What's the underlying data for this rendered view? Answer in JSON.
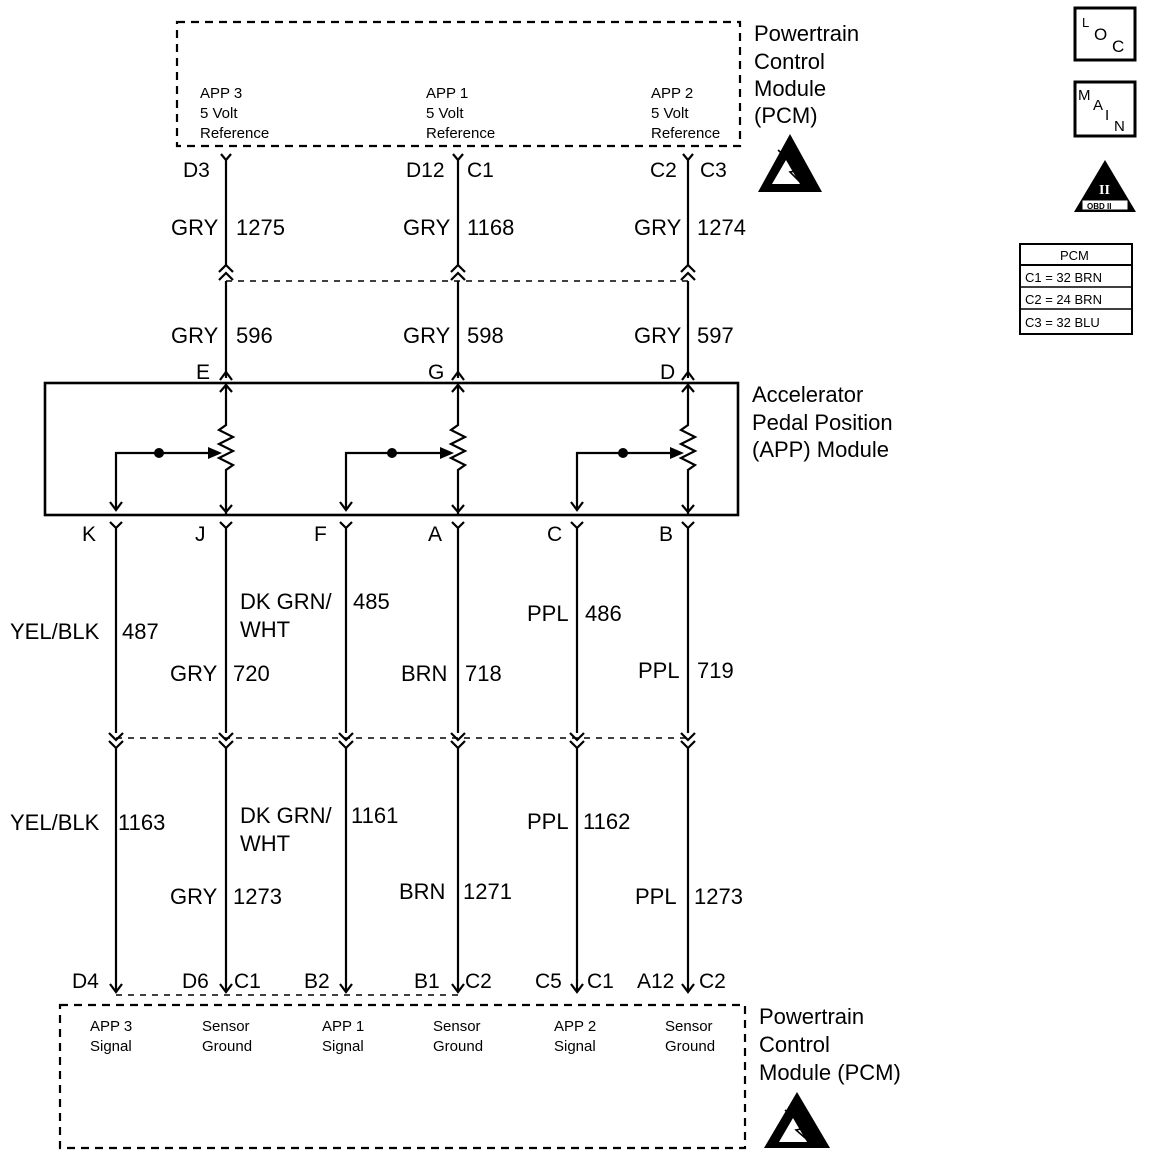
{
  "pcm_top": {
    "title_lines": [
      "Powertrain",
      "Control",
      "Module",
      "(PCM)"
    ],
    "terminals": [
      {
        "lines": [
          "APP 3",
          "5 Volt",
          "Reference"
        ]
      },
      {
        "lines": [
          "APP 1",
          "5 Volt",
          "Reference"
        ]
      },
      {
        "lines": [
          "APP 2",
          "5 Volt",
          "Reference"
        ]
      }
    ],
    "pins": [
      "D3",
      "D12",
      "C1",
      "C2",
      "C3"
    ]
  },
  "upper_wires": [
    {
      "color": "GRY",
      "circuit": "1275"
    },
    {
      "color": "GRY",
      "circuit": "1168"
    },
    {
      "color": "GRY",
      "circuit": "1274"
    }
  ],
  "lower_upper_wires": [
    {
      "color": "GRY",
      "circuit": "596"
    },
    {
      "color": "GRY",
      "circuit": "598"
    },
    {
      "color": "GRY",
      "circuit": "597"
    }
  ],
  "app_module": {
    "title_lines": [
      "Accelerator",
      "Pedal Position",
      "(APP) Module"
    ],
    "top_pins": [
      "E",
      "G",
      "D"
    ],
    "bottom_pins": [
      "K",
      "J",
      "F",
      "A",
      "C",
      "B"
    ]
  },
  "mid_wires": [
    {
      "color": "YEL/BLK",
      "circuit": "487"
    },
    {
      "color": "GRY",
      "circuit": "720"
    },
    {
      "color_lines": [
        "DK GRN/",
        "WHT"
      ],
      "circuit": "485"
    },
    {
      "color": "BRN",
      "circuit": "718"
    },
    {
      "color": "PPL",
      "circuit": "486"
    },
    {
      "color": "PPL",
      "circuit": "719"
    }
  ],
  "bottom_wires": [
    {
      "color": "YEL/BLK",
      "circuit": "1163"
    },
    {
      "color": "GRY",
      "circuit": "1273"
    },
    {
      "color_lines": [
        "DK GRN/",
        "WHT"
      ],
      "circuit": "1161"
    },
    {
      "color": "BRN",
      "circuit": "1271"
    },
    {
      "color": "PPL",
      "circuit": "1162"
    },
    {
      "color": "PPL",
      "circuit": "1273"
    }
  ],
  "pcm_bottom": {
    "title_lines": [
      "Powertrain",
      "Control",
      "Module (PCM)"
    ],
    "pins": [
      "D4",
      "D6",
      "C1",
      "B2",
      "B1",
      "C2",
      "C5",
      "C1",
      "A12",
      "C2"
    ],
    "terminals": [
      {
        "lines": [
          "APP 3",
          "Signal"
        ]
      },
      {
        "lines": [
          "Sensor",
          "Ground"
        ]
      },
      {
        "lines": [
          "APP 1",
          "Signal"
        ]
      },
      {
        "lines": [
          "Sensor",
          "Ground"
        ]
      },
      {
        "lines": [
          "APP 2",
          "Signal"
        ]
      },
      {
        "lines": [
          "Sensor",
          "Ground"
        ]
      }
    ]
  },
  "side_icons": {
    "loc": [
      "L",
      "O",
      "C"
    ],
    "main": [
      "M",
      "A",
      "I",
      "N"
    ],
    "obd": [
      "II",
      "OBD II"
    ]
  },
  "pcm_legend": {
    "title": "PCM",
    "rows": [
      "C1 = 32 BRN",
      "C2 = 24 BRN",
      "C3 = 32 BLU"
    ]
  }
}
